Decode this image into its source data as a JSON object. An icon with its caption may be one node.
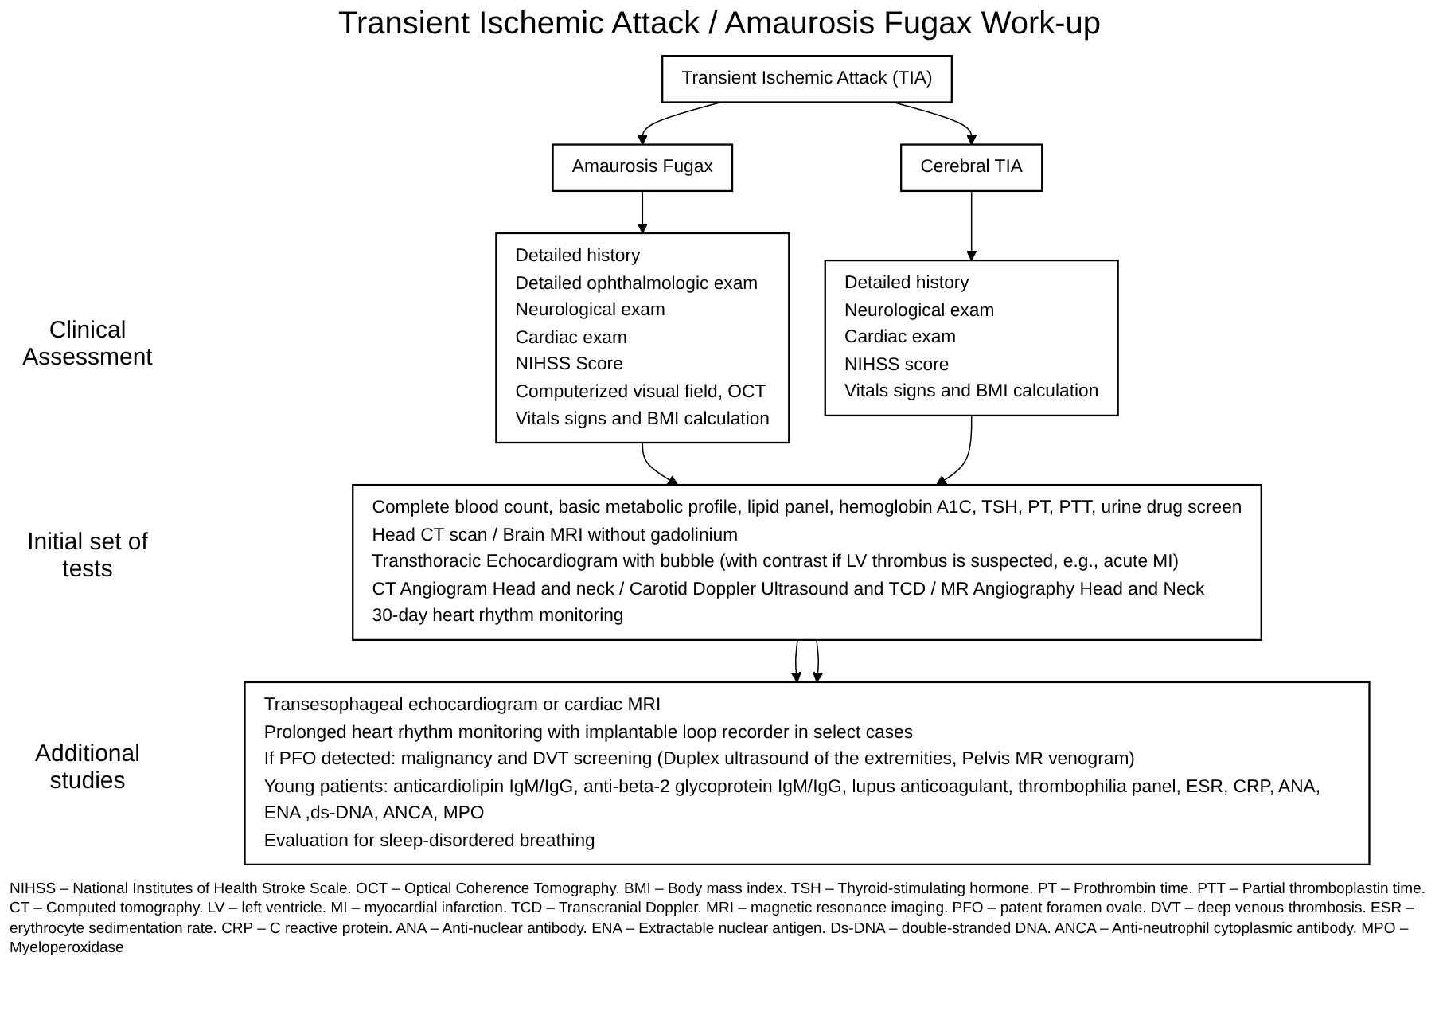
{
  "diagram": {
    "title": "Transient Ischemic Attack / Amaurosis Fugax Work-up",
    "caption": "NIHSS – National Institutes of Health Stroke Scale. OCT – Optical Coherence Tomography. BMI – Body mass index. TSH – Thyroid-stimulating hormone. PT – Prothrombin time. PTT – Partial thromboplastin time. CT – Computed tomography. LV – left ventricle. MI – myocardial infarction. TCD – Transcranial Doppler. MRI – magnetic resonance imaging. PFO – patent foramen ovale. DVT – deep venous thrombosis. ESR – erythrocyte sedimentation rate. CRP – C reactive protein. ANA – Anti-nuclear antibody. ENA – Extractable nuclear antigen. Ds-DNA – double-stranded DNA. ANCA – Anti-neutrophil cytoplasmic antibody. MPO – Myeloperoxidase",
    "nodes": [
      {
        "text": [
          "Transient Ischemic Attack (TIA)"
        ]
      },
      {
        "text": [
          "Amaurosis Fugax"
        ]
      },
      {
        "text": [
          "Cerebral TIA"
        ]
      },
      {
        "text": [
          "Detailed history",
          "Detailed ophthalmologic exam",
          "Neurological exam",
          "Cardiac exam",
          "NIHSS Score",
          "Computerized visual field, OCT",
          "Vitals signs and BMI calculation"
        ]
      },
      {
        "text": [
          "Detailed history",
          "Neurological exam",
          "Cardiac exam",
          "NIHSS score",
          "Vitals signs and BMI calculation"
        ]
      },
      {
        "text": [
          "Complete blood count, basic metabolic profile, lipid panel, hemoglobin A1C, TSH, PT, PTT, urine drug screen",
          "Head CT scan / Brain MRI without gadolinium",
          "Transthoracic Echocardiogram with bubble (with contrast if LV thrombus is suspected, e.g., acute MI)",
          "CT Angiogram Head and neck / Carotid Doppler Ultrasound and TCD / MR Angiography Head and Neck",
          "30-day heart rhythm monitoring"
        ]
      },
      {
        "text": [
          "Transesophageal echocardiogram or cardiac MRI",
          "Prolonged heart rhythm monitoring with implantable loop recorder in select cases",
          "If PFO detected: malignancy and DVT screening (Duplex ultrasound of the extremities, Pelvis MR venogram)",
          "Young patients: anticardiolipin IgM/IgG, anti-beta-2 glycoprotein IgM/IgG, lupus anticoagulant, thrombophilia panel, ESR, CRP, ANA, ENA ,ds-DNA, ANCA, MPO",
          "Evaluation for sleep-disordered breathing"
        ]
      }
    ],
    "edges": [
      {
        "from": 0,
        "to": 1,
        "arrow": "to"
      },
      {
        "from": 0,
        "to": 2,
        "arrow": "to"
      },
      {
        "from": 1,
        "to": 3,
        "arrow": "to"
      },
      {
        "from": 2,
        "to": 4,
        "arrow": "to"
      },
      {
        "from": 3,
        "to": 5,
        "arrow": "to"
      },
      {
        "from": 4,
        "to": 5,
        "arrow": "to"
      },
      {
        "from": 5,
        "to": 6,
        "arrow": "to"
      },
      {
        "from": 5,
        "to": 6,
        "arrow": "to"
      }
    ],
    "labels": [
      "Clinical Assessment",
      "Initial set of tests",
      "Additional studies"
    ]
  }
}
